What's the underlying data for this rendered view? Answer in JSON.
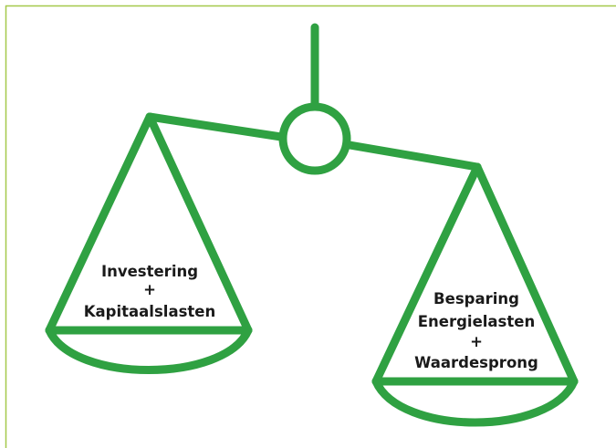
{
  "diagram": {
    "accent_color": "#2fa142",
    "border_color": "#a5c84a",
    "left_pan": {
      "line1": "Investering",
      "line2": "+",
      "line3": "Kapitaalslasten"
    },
    "right_pan": {
      "line1": "Besparing",
      "line2": "Energielasten",
      "line3": "+",
      "line4": "Waardesprong"
    }
  }
}
